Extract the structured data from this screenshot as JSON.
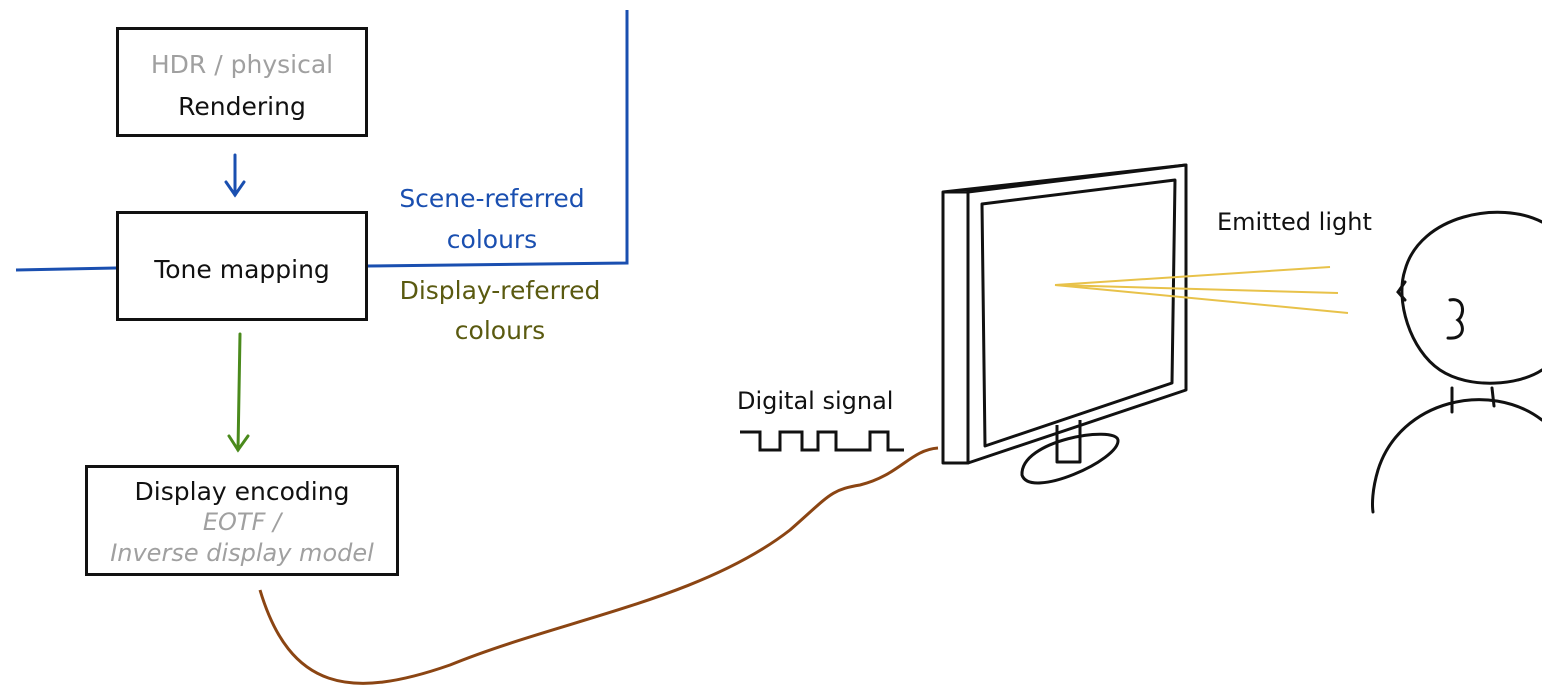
{
  "boxes": {
    "rendering": {
      "line1": "HDR / physical",
      "line2": "Rendering"
    },
    "tone_mapping": {
      "label": "Tone mapping"
    },
    "display_encoding": {
      "line1": "Display encoding",
      "line2": "EOTF /",
      "line3": "Inverse display model"
    }
  },
  "labels": {
    "scene_referred_1": "Scene-referred",
    "scene_referred_2": "colours",
    "display_referred_1": "Display-referred",
    "display_referred_2": "colours",
    "digital_signal": "Digital signal",
    "emitted_light": "Emitted light"
  },
  "colors": {
    "ink": "#111111",
    "muted_text": "#a0a0a0",
    "scene_blue": "#1a4fb0",
    "display_olive": "#5a5a10",
    "arrow_green": "#4a8a1c",
    "cable_brown": "#8b4513",
    "light_yellow": "#e8c24a"
  }
}
